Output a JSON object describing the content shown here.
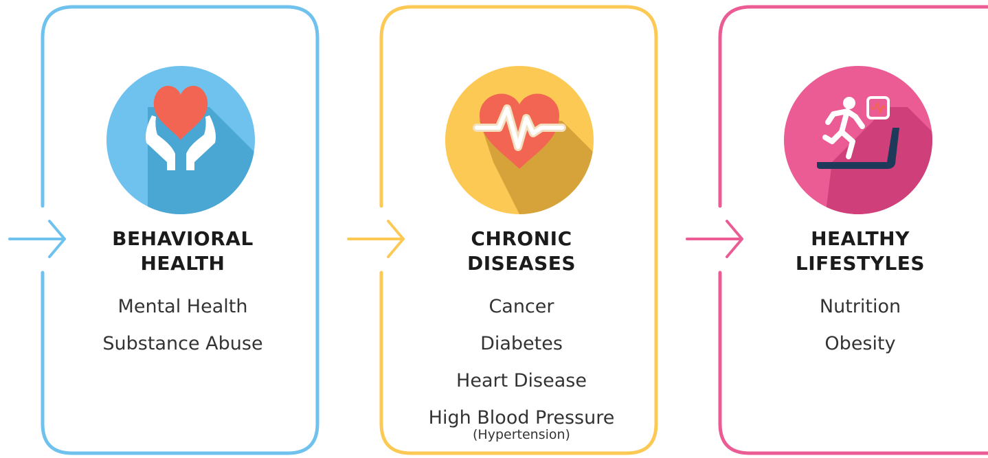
{
  "colors": {
    "blue": "#6fc1ee",
    "yellow": "#fcc955",
    "pink": "#ea5c93",
    "heart": "#f26552",
    "navy": "#1e3a5a"
  },
  "panels": [
    {
      "icon": "heart-in-hands-icon",
      "title": [
        "BEHAVIORAL",
        "HEALTH"
      ],
      "items": [
        "Mental Health",
        "Substance Abuse"
      ]
    },
    {
      "icon": "heart-pulse-icon",
      "title": [
        "CHRONIC",
        "DISEASES"
      ],
      "items": [
        "Cancer",
        "Diabetes",
        "Heart Disease",
        "High Blood Pressure"
      ],
      "note": "(Hypertension)"
    },
    {
      "icon": "treadmill-runner-icon",
      "title": [
        "HEALTHY",
        "LIFESTYLES"
      ],
      "items": [
        "Nutrition",
        "Obesity"
      ]
    }
  ]
}
